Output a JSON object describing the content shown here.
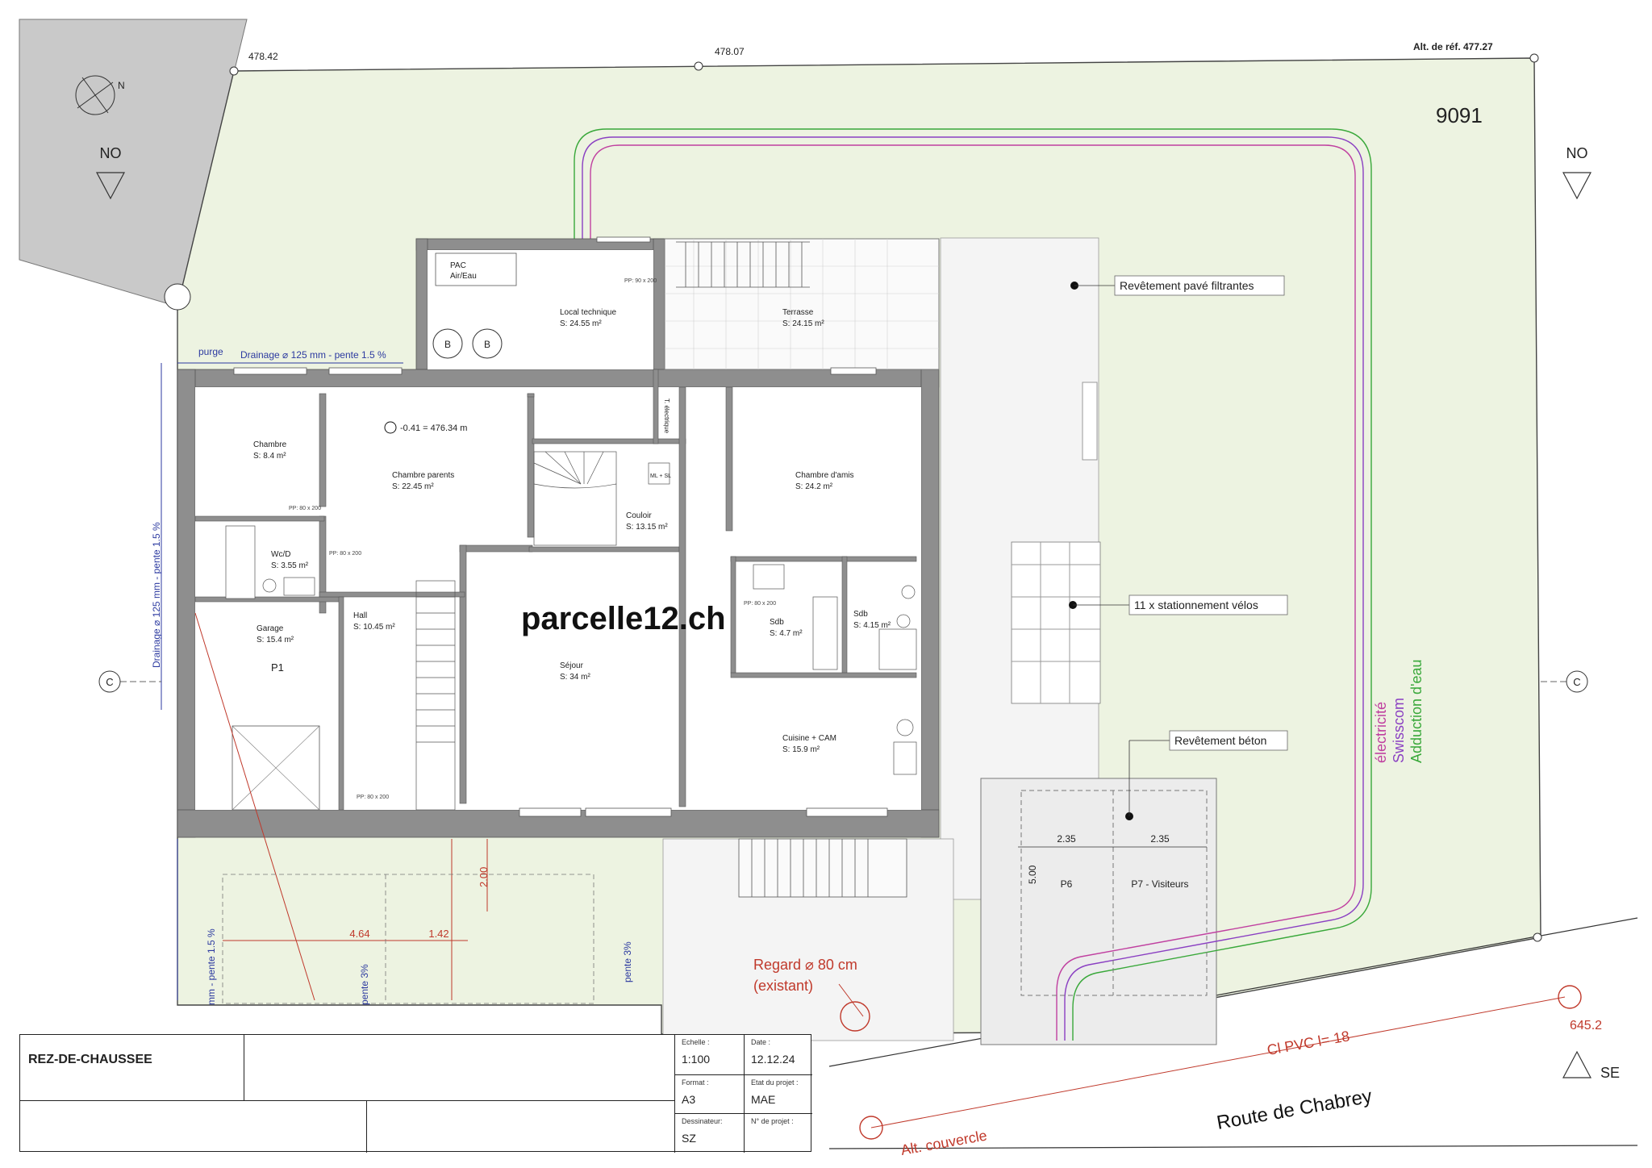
{
  "orientation": {
    "top_left": "NO",
    "top_right": "NO",
    "bottom_right": "SE",
    "north_mark": "N",
    "section_mark": "C"
  },
  "parcel_number": "9091",
  "reference_altitude": "Alt. de réf. 477.27",
  "spot_heights": [
    "478.42",
    "478.07"
  ],
  "watermark": "parcelle12.ch",
  "level_marker": "-0.41 = 476.34 m",
  "rooms": {
    "pac": [
      "PAC",
      "Air/Eau"
    ],
    "local_technique": {
      "name": "Local technique",
      "area": "S:       24.55 m²"
    },
    "terrasse": {
      "name": "Terrasse",
      "area": "S: 24.15 m²"
    },
    "chambre": {
      "name": "Chambre",
      "area": "S: 8.4 m²"
    },
    "chambre_parents": {
      "name": "Chambre parents",
      "area": "S:        22.45 m²"
    },
    "wcd": {
      "name": "Wc/D",
      "area": "S: 3.55 m²"
    },
    "garage": {
      "name": "Garage",
      "area": "S: 15.4 m²",
      "spot": "P1"
    },
    "hall": {
      "name": "Hall",
      "area": "S: 10.45 m²"
    },
    "couloir": {
      "name": "Couloir",
      "area": "S: 13.15 m²"
    },
    "sejour": {
      "name": "Séjour",
      "area": "S: 34 m²"
    },
    "chambre_amis": {
      "name": "Chambre d'amis",
      "area": "S:        24.2 m²"
    },
    "sdb1": {
      "name": "Sdb",
      "area": "S: 4.7 m²"
    },
    "sdb2": {
      "name": "Sdb",
      "area": "S: 4.15 m²"
    },
    "cuisine": {
      "name": "Cuisine + CAM",
      "area": "S:        15.9 m²"
    }
  },
  "small_labels": {
    "boiler": "B",
    "tableau": "T. électrique",
    "ml_sl": "ML + SL",
    "door_pp_80": "PP: 80 x 200",
    "door_pp_90": "PP: 90 x 200"
  },
  "callouts": {
    "pave": "Revêtement pavé filtrantes",
    "velos": "11 x stationnement vélos",
    "beton": "Revêtement béton"
  },
  "parking": {
    "width": "2.35",
    "depth": "5.00",
    "p6": "P6",
    "p7": "P7 - Visiteurs"
  },
  "networks": {
    "electricite": "électricité",
    "swisscom": "Swisscom",
    "eau": "Adduction d'eau",
    "colors": {
      "electricite": "#c040a0",
      "swisscom": "#8a3fc2",
      "eau": "#39a83a"
    }
  },
  "drainage": {
    "purge": "purge",
    "top": "Drainage ⌀ 125 mm - pente 1.5 %",
    "left": "Drainage ⌀ 125 mm - pente 1.5 %",
    "bottom_left": "mm - pente 1.5 %",
    "pente": "pente 3%",
    "pente2": "pente 3%"
  },
  "sewer": {
    "regard_line1": "Regard ⌀ 80 cm",
    "regard_line2": "(existant)",
    "pipe": "Cl PVC l= 18",
    "altitude": "645.2",
    "couvercle": "Alt. couvercle",
    "dims": [
      "4.64",
      "1.42",
      "2.00"
    ]
  },
  "road": "Route de Chabrey",
  "colors": {
    "parcel_fill": "#edf3e1",
    "neighbour_fill": "#c9c9c9",
    "wall": "#8e8e8e",
    "red": "#c0392b",
    "blue": "#2c3aa0"
  },
  "cartouche": {
    "title": "REZ-DE-CHAUSSEE",
    "echelle_label": "Echelle :",
    "echelle": "1:100",
    "date_label": "Date :",
    "date": "12.12.24",
    "format_label": "Format :",
    "format": "A3",
    "etat_label": "Etat du projet :",
    "etat": "MAE",
    "dessinateur_label": "Dessinateur:",
    "dessinateur": "SZ",
    "plan_label": "N° de projet :",
    "plan": ""
  }
}
